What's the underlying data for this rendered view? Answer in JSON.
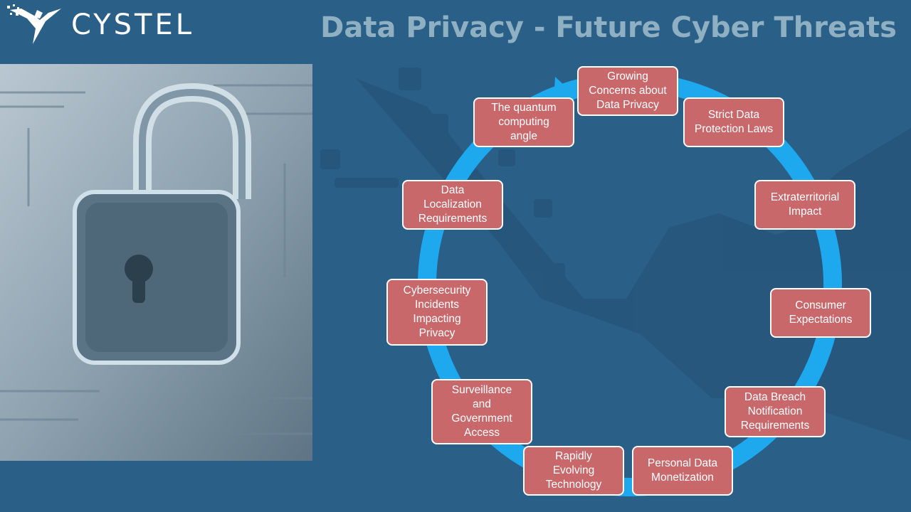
{
  "logo": {
    "text": "CYSTEL"
  },
  "title": "Data Privacy - Future Cyber Threats",
  "colors": {
    "background": "#2a5f88",
    "node": "#c9686b",
    "ring": "#1ea8ee",
    "title": "#8fb0c2"
  },
  "cycle": {
    "nodes": [
      [
        "Growing",
        "Concerns about",
        "Data Privacy"
      ],
      [
        "Strict Data",
        "Protection Laws"
      ],
      [
        "Extraterritorial",
        "Impact"
      ],
      [
        "Consumer",
        "Expectations"
      ],
      [
        "Data Breach",
        "Notification",
        "Requirements"
      ],
      [
        "Personal Data",
        "Monetization"
      ],
      [
        "Rapidly",
        "Evolving",
        "Technology"
      ],
      [
        "Surveillance",
        "and",
        "Government",
        "Access"
      ],
      [
        "Cybersecurity",
        "Incidents",
        "Impacting",
        "Privacy"
      ],
      [
        "Data",
        "Localization",
        "Requirements"
      ],
      [
        "The quantum",
        "computing",
        "angle"
      ]
    ]
  },
  "icons": [
    "eagle-logo-icon",
    "padlock-image",
    "cycle-arrow-icon"
  ]
}
